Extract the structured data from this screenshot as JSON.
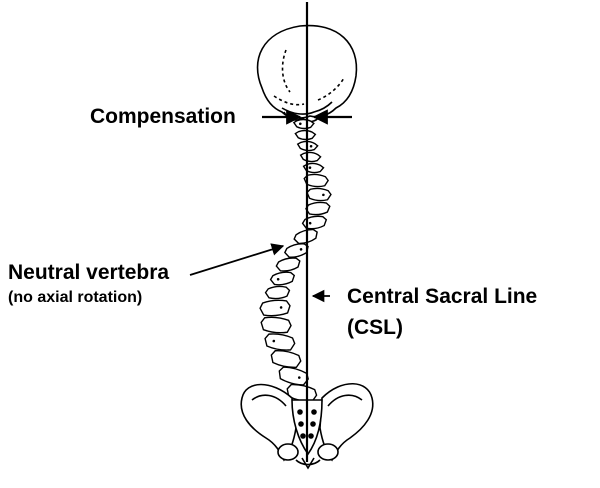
{
  "labels": {
    "compensation": "Compensation",
    "neutral_vertebra": "Neutral vertebra",
    "neutral_vertebra_note": "(no axial rotation)",
    "central_sacral_line": "Central Sacral Line",
    "central_sacral_line_abbr": "(CSL)"
  },
  "colors": {
    "ink": "#000000",
    "background": "#ffffff"
  }
}
